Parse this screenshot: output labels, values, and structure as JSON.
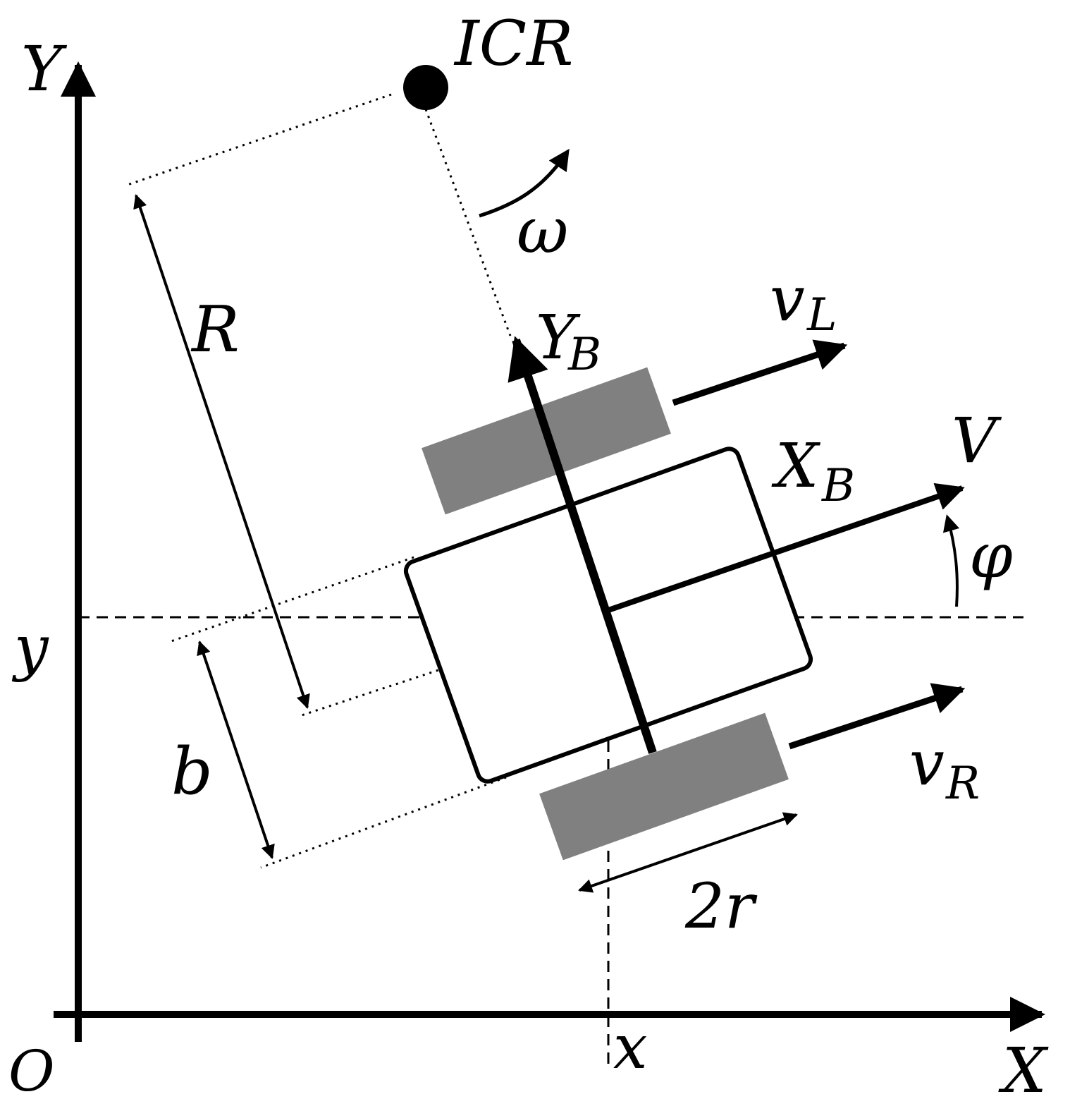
{
  "labels": {
    "axis_y": "Y",
    "axis_x": "X",
    "origin": "O",
    "coord_y": "y",
    "coord_x": "x",
    "icr": "ICR",
    "omega": "ω",
    "radius": "R",
    "body_y": "Y",
    "body_y_sub": "B",
    "body_x": "X",
    "body_x_sub": "B",
    "v_left": "v",
    "v_left_sub": "L",
    "v_right": "v",
    "v_right_sub": "R",
    "velocity": "V",
    "heading": "φ",
    "track": "b",
    "wheel_diameter": "2r"
  },
  "colors": {
    "ink": "#000000",
    "wheel": "#808080",
    "background": "#ffffff"
  }
}
